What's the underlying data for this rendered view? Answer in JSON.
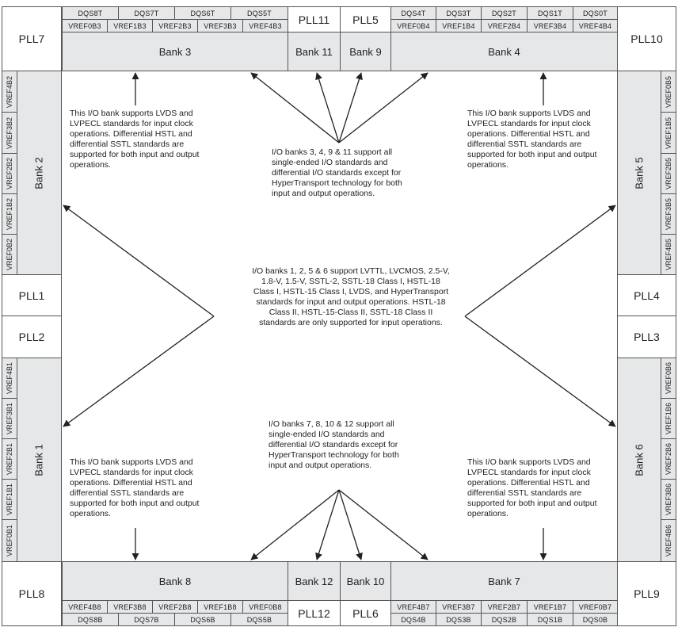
{
  "plls": {
    "pll7": "PLL7",
    "pll10": "PLL10",
    "pll8": "PLL8",
    "pll9": "PLL9",
    "pll11": "PLL11",
    "pll5": "PLL5",
    "pll12": "PLL12",
    "pll6": "PLL6",
    "pll1": "PLL1",
    "pll2": "PLL2",
    "pll4": "PLL4",
    "pll3": "PLL3"
  },
  "banks": {
    "bank1": "Bank 1",
    "bank2": "Bank 2",
    "bank3": "Bank 3",
    "bank4": "Bank 4",
    "bank5": "Bank 5",
    "bank6": "Bank 6",
    "bank7": "Bank 7",
    "bank8": "Bank 8",
    "bank9": "Bank 9",
    "bank10": "Bank 10",
    "bank11": "Bank 11",
    "bank12": "Bank 12"
  },
  "top_left": {
    "dqs": [
      "DQS8T",
      "DQS7T",
      "DQS6T",
      "DQS5T"
    ],
    "vref": [
      "VREF0B3",
      "VREF1B3",
      "VREF2B3",
      "VREF3B3",
      "VREF4B3"
    ]
  },
  "top_right": {
    "dqs": [
      "DQS4T",
      "DQS3T",
      "DQS2T",
      "DQS1T",
      "DQS0T"
    ],
    "vref": [
      "VREF0B4",
      "VREF1B4",
      "VREF2B4",
      "VREF3B4",
      "VREF4B4"
    ]
  },
  "bottom_left": {
    "vref": [
      "VREF4B8",
      "VREF3B8",
      "VREF2B8",
      "VREF1B8",
      "VREF0B8"
    ],
    "dqs": [
      "DQS8B",
      "DQS7B",
      "DQS6B",
      "DQS5B"
    ]
  },
  "bottom_right": {
    "vref": [
      "VREF4B7",
      "VREF3B7",
      "VREF2B7",
      "VREF1B7",
      "VREF0B7"
    ],
    "dqs": [
      "DQS4B",
      "DQS3B",
      "DQS2B",
      "DQS1B",
      "DQS0B"
    ]
  },
  "left_upper_vref": [
    "VREF4B2",
    "VREF3B2",
    "VREF2B2",
    "VREF1B2",
    "VREF0B2"
  ],
  "left_lower_vref": [
    "VREF4B1",
    "VREF3B1",
    "VREF2B1",
    "VREF1B1",
    "VREF0B1"
  ],
  "right_upper_vref": [
    "VREF0B5",
    "VREF1B5",
    "VREF2B5",
    "VREF3B5",
    "VREF4B5"
  ],
  "right_lower_vref": [
    "VREF0B6",
    "VREF1B6",
    "VREF2B6",
    "VREF3B6",
    "VREF4B6"
  ],
  "notes": {
    "top_left": "This I/O bank supports LVDS and LVPECL standards for input clock operations. Differential HSTL and differential SSTL standards are supported for both input and output operations.",
    "top_right": "This I/O bank supports LVDS and LVPECL standards for input clock operations. Differential HSTL and differential SSTL standards are supported for both input and output operations.",
    "bottom_left": "This I/O bank supports LVDS and LVPECL standards for input clock operations. Differential HSTL and differential SSTL standards are supported for both input and output operations.",
    "bottom_right": "This I/O bank supports LVDS and LVPECL standards for input clock operations. Differential HSTL and differential SSTL standards are supported for both input and output operations.",
    "top_center": "I/O banks 3, 4, 9 & 11 support all single-ended I/O standards and differential I/O standards except for HyperTransport technology for both input and output operations.",
    "middle": "I/O banks 1, 2, 5 & 6 support LVTTL, LVCMOS, 2.5-V, 1.8-V, 1.5-V, SSTL-2, SSTL-18 Class I, HSTL-18 Class I, HSTL-15 Class I, LVDS, and HyperTransport standards for input and output operations. HSTL-18 Class II, HSTL-15-Class II, SSTL-18 Class II standards are only supported for input operations.",
    "bottom_center": "I/O banks 7, 8, 10 & 12 support all single-ended I/O standards and differential I/O standards except for HyperTransport technology for both input and output operations."
  }
}
